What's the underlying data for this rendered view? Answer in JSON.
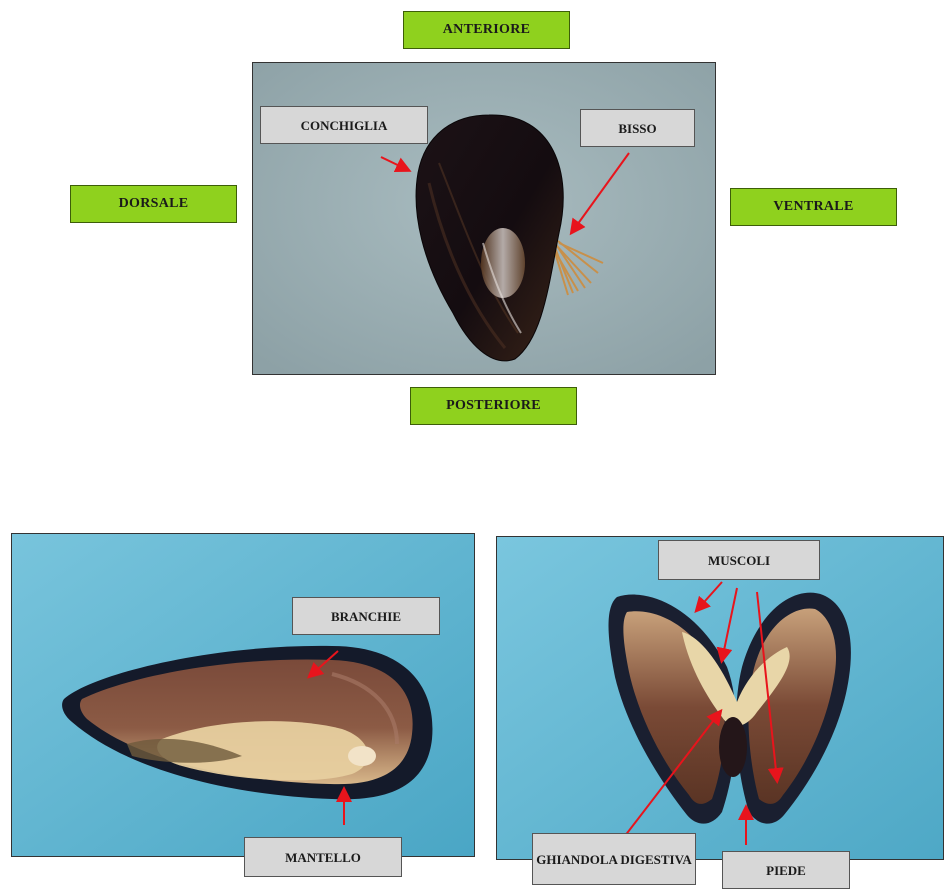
{
  "orientation": {
    "anterior": "ANTERIORE",
    "posterior": "POSTERIORE",
    "dorsal": "DORSALE",
    "ventral": "VENTRALE"
  },
  "top_photo": {
    "label_shell": "CONCHIGLIA",
    "label_byssus": "BISSO"
  },
  "bottom_left_photo": {
    "label_gills": "BRANCHIE",
    "label_mantle": "MANTELLO"
  },
  "bottom_right_photo": {
    "label_muscles": "MUSCOLI",
    "label_digestive_gland": "GHIANDOLA DIGESTIVA",
    "label_foot": "PIEDE"
  },
  "colors": {
    "orientation_label_bg": "#8fd11e",
    "part_label_bg": "#d7d7d7",
    "arrow": "#e8141c",
    "top_photo_bg": "#9fb2b6",
    "bottom_photo_bg": "#5fb4cf"
  }
}
